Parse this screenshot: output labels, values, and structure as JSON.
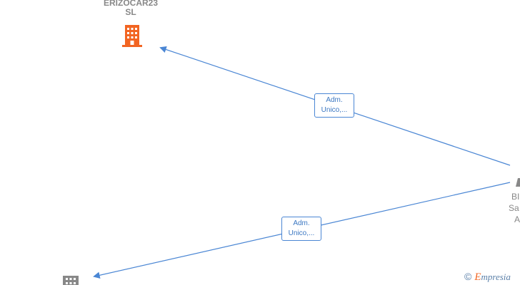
{
  "nodes": {
    "company_top": {
      "line1": "ERIZOCAR23",
      "line2": "SL",
      "icon": "building-icon",
      "color": "#f26522"
    },
    "company_bottom": {
      "icon": "building-icon",
      "color": "#888888"
    },
    "person_right": {
      "line1": "BI",
      "line2": "Sa",
      "line3": "A",
      "icon": "person-icon"
    }
  },
  "edges": [
    {
      "label_line1": "Adm.",
      "label_line2": "Unico,..."
    },
    {
      "label_line1": "Adm.",
      "label_line2": "Unico,..."
    }
  ],
  "colors": {
    "edge": "#4a86d4",
    "label_text": "#3b77c2"
  },
  "watermark": {
    "symbol": "©",
    "brand_initial": "E",
    "brand_rest": "mpresia"
  }
}
